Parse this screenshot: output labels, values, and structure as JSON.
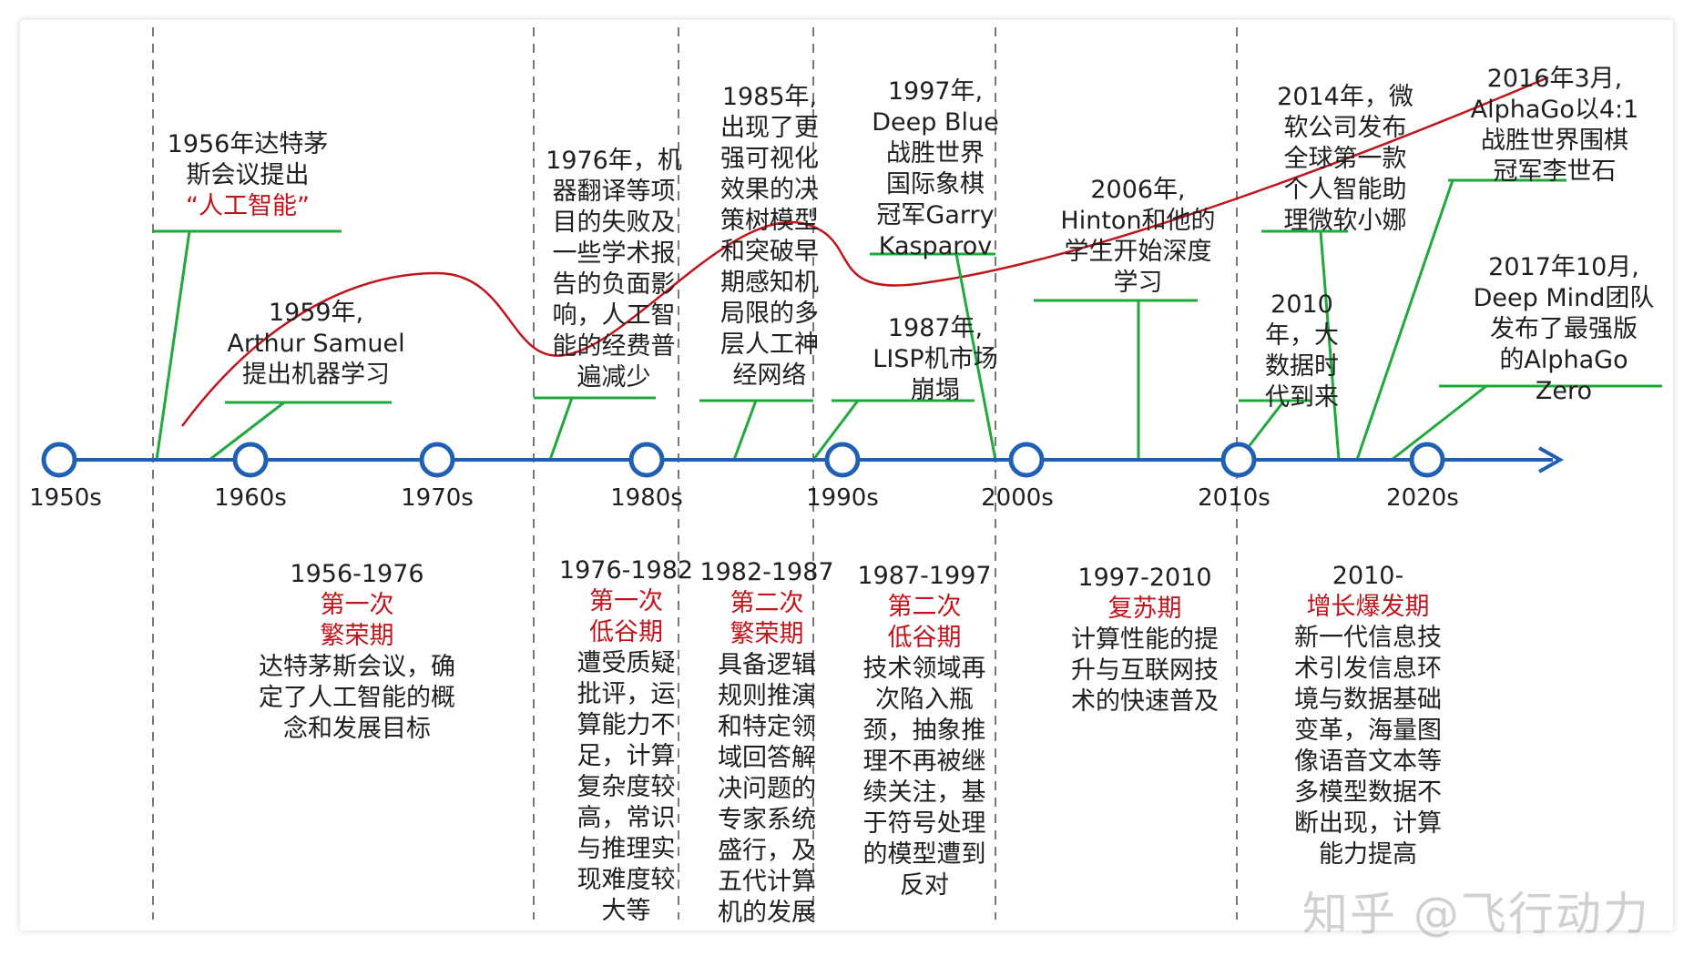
{
  "decades": [
    "1950s",
    "1960s",
    "1970s",
    "1980s",
    "1990s",
    "2000s",
    "2010s",
    "2020s"
  ],
  "events": {
    "e1956": [
      "1956年达特茅",
      "斯会议提出"
    ],
    "e1956_red": "“人工智能”",
    "e1959": [
      "1959年,",
      "Arthur Samuel",
      "提出机器学习"
    ],
    "e1976": [
      "1976年，机",
      "器翻译等项",
      "目的失败及",
      "一些学术报",
      "告的负面影",
      "响，人工智",
      "能的经费普",
      "遍减少"
    ],
    "e1985": [
      "1985年,",
      "出现了更",
      "强可视化",
      "效果的决",
      "策树模型",
      "和突破早",
      "期感知机",
      "局限的多",
      "层人工神",
      "经网络"
    ],
    "e1997": [
      "1997年,",
      "Deep Blue",
      "战胜世界",
      "国际象棋",
      "冠军Garry",
      "Kasparov"
    ],
    "e1987": [
      "1987年,",
      "LISP机市场",
      "崩塌"
    ],
    "e2006": [
      "2006年,",
      "Hinton和他的",
      "学生开始深度",
      "学习"
    ],
    "e2014": [
      "2014年，微",
      "软公司发布",
      "全球第一款",
      "个人智能助",
      "理微软小娜"
    ],
    "e2010": [
      "2010",
      "年，大",
      "数据时",
      "代到来"
    ],
    "e2016": [
      "2016年3月,",
      "AlphaGo以4:1",
      "战胜世界围棋",
      "冠军李世石"
    ],
    "e2017": [
      "2017年10月,",
      "Deep Mind团队",
      "发布了最强版",
      "的AlphaGo",
      "Zero"
    ]
  },
  "phases": [
    {
      "period": "1956-1976",
      "name": [
        "第一次",
        "繁荣期"
      ],
      "desc": [
        "达特茅斯会议，确",
        "定了人工智能的概",
        "念和发展目标"
      ]
    },
    {
      "period": "1976-1982",
      "name": [
        "第一次",
        "低谷期"
      ],
      "desc": [
        "遭受质疑",
        "批评，运",
        "算能力不",
        "足，计算",
        "复杂度较",
        "高，常识",
        "与推理实",
        "现难度较",
        "大等"
      ]
    },
    {
      "period": "1982-1987",
      "name": [
        "第二次",
        "繁荣期"
      ],
      "desc": [
        "具备逻辑",
        "规则推演",
        "和特定领",
        "域回答解",
        "决问题的",
        "专家系统",
        "盛行，及",
        "五代计算",
        "机的发展"
      ]
    },
    {
      "period": "1987-1997",
      "name": [
        "第二次",
        "低谷期"
      ],
      "desc": [
        "技术领域再",
        "次陷入瓶",
        "颈，抽象推",
        "理不再被继",
        "续关注，基",
        "于符号处理",
        "的模型遭到",
        "反对"
      ]
    },
    {
      "period": "1997-2010",
      "name": [
        "复苏期"
      ],
      "desc": [
        "计算性能的提",
        "升与互联网技",
        "术的快速普及"
      ]
    },
    {
      "period": "2010-",
      "name": [
        "增长爆发期"
      ],
      "desc": [
        "新一代信息技",
        "术引发信息环",
        "境与数据基础",
        "变革，海量图",
        "像语音文本等",
        "多模型数据不",
        "断出现，计算",
        "能力提高"
      ]
    }
  ],
  "watermark": "知乎 @飞行动力",
  "colors": {
    "axis": "#1f5fb4",
    "leader": "#1fa83c",
    "curve": "#c0151c",
    "text": "#1f1f1f",
    "accent": "#c0151c"
  }
}
